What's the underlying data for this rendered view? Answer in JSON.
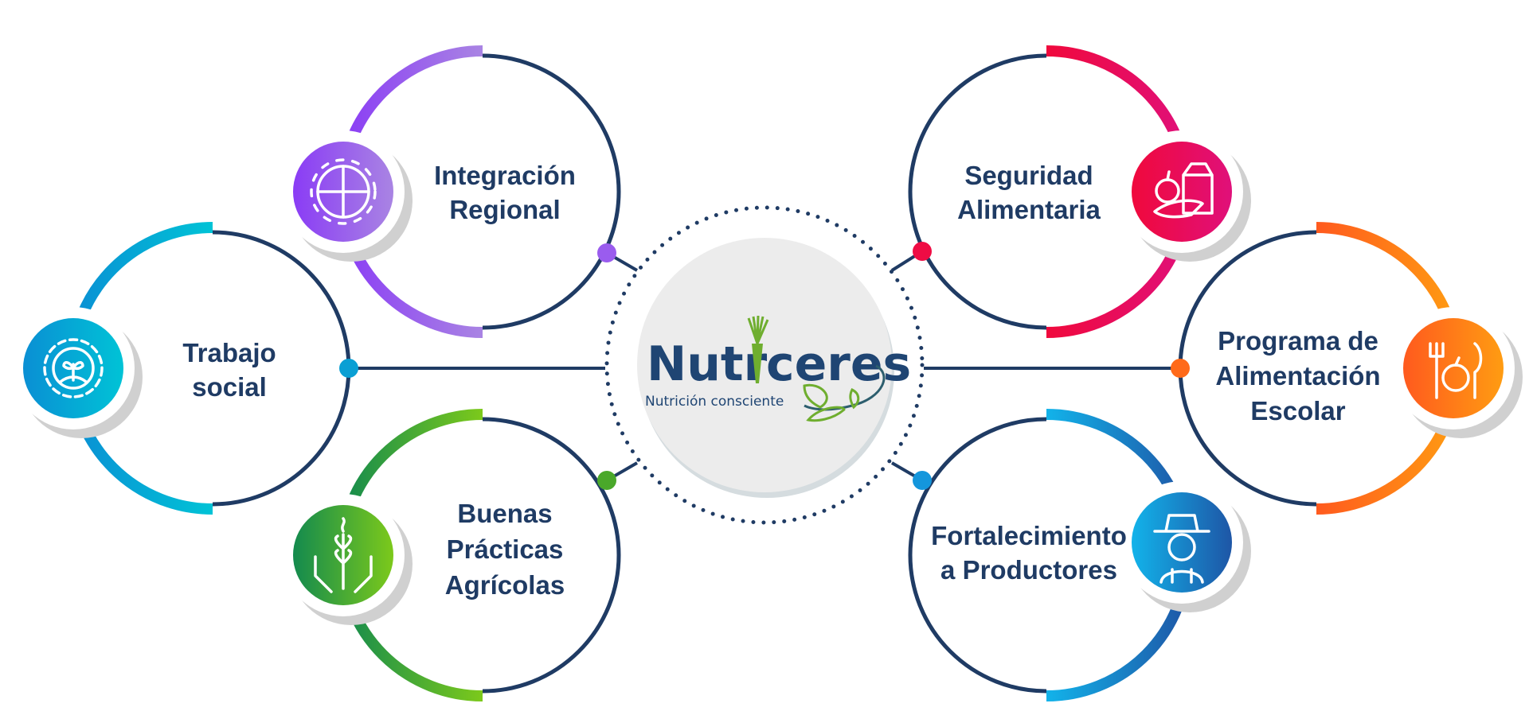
{
  "center": {
    "brand_part1": "Nutr",
    "brand_part2": "ceres",
    "tagline": "Nutrición consciente"
  },
  "nodes": [
    {
      "id": "integracion",
      "lines": [
        "Integración",
        "Regional"
      ],
      "icon": "puzzle-gear-icon",
      "color_from": "#8a3cf5",
      "color_to": "#a984e3"
    },
    {
      "id": "trabajo",
      "lines": [
        "Trabajo",
        "social"
      ],
      "icon": "gear-plant-icon",
      "color_from": "#0a8fd4",
      "color_to": "#00c3d6"
    },
    {
      "id": "buenas",
      "lines": [
        "Buenas",
        "Prácticas",
        "Agrícolas"
      ],
      "icon": "hands-wheat-icon",
      "color_from": "#138a4e",
      "color_to": "#7cc91b"
    },
    {
      "id": "seguridad",
      "lines": [
        "Seguridad",
        "Alimentaria"
      ],
      "icon": "food-basket-icon",
      "color_from": "#f0093c",
      "color_to": "#e0107a"
    },
    {
      "id": "programa",
      "lines": [
        "Programa de",
        "Alimentación",
        "Escolar"
      ],
      "icon": "fork-apple-knife-icon",
      "color_from": "#ff5a1e",
      "color_to": "#ff9c12"
    },
    {
      "id": "fortalecimiento",
      "lines": [
        "Fortalecimiento",
        "a Productores"
      ],
      "icon": "farmer-icon",
      "color_from": "#12b3ea",
      "color_to": "#1e56a6"
    }
  ],
  "colors": {
    "navy": "#1f3b64",
    "center_fill": "#ececec"
  }
}
